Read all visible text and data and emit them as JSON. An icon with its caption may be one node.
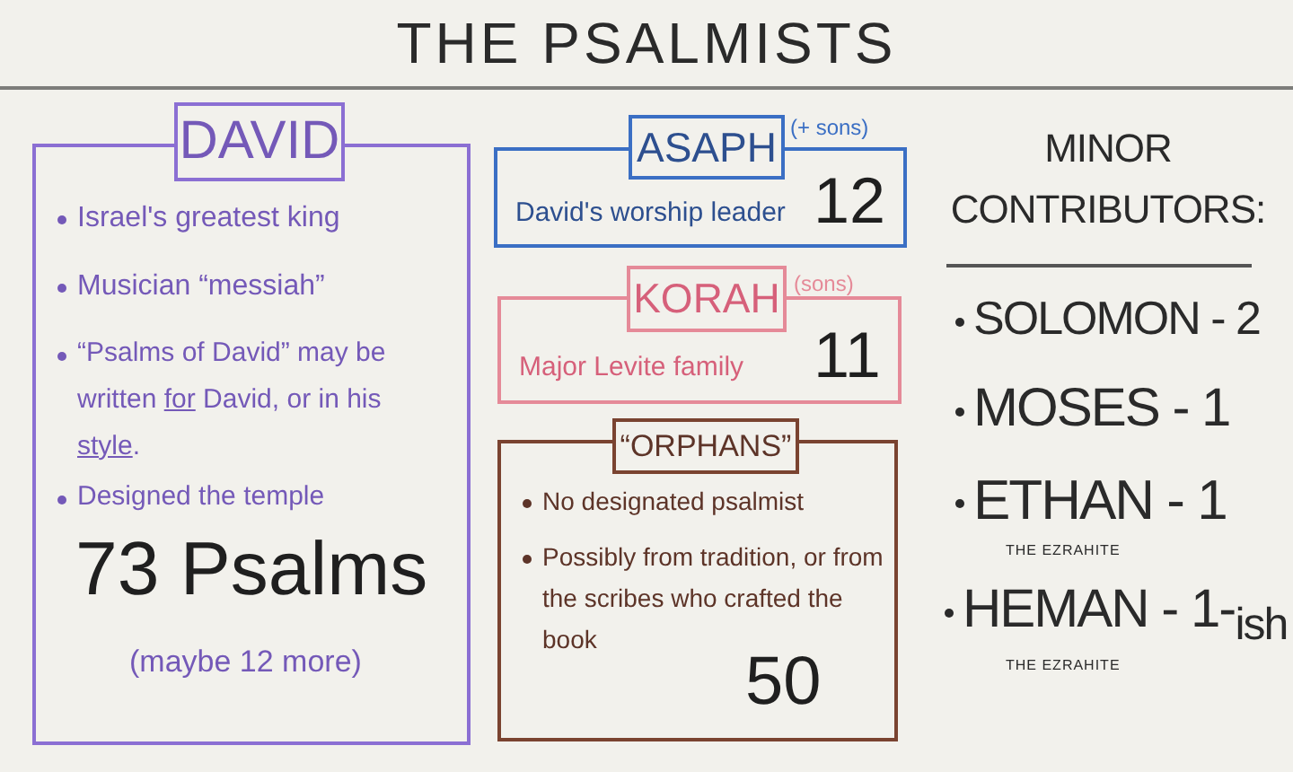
{
  "diagram": {
    "title": "THE PSALMISTS",
    "nodes": [
      {
        "text": [
          "DAVID",
          "Israel's greatest king",
          "Musician “messiah”",
          "“Psalms of David” may be written *for* David, or in his *style*.",
          "Designed the temple",
          "73 Psalms",
          "(maybe 12 more)"
        ]
      },
      {
        "text": [
          "ASAPH",
          "David's worship leader",
          "12"
        ],
        "beside": [
          "(+ sons)"
        ]
      },
      {
        "text": [
          "KORAH",
          "Major Levite family",
          "11"
        ],
        "beside": [
          "(sons)"
        ]
      },
      {
        "text": [
          "“ORPHANS”",
          "No designated psalmist",
          "Possibly from tradition, or from the scribes who crafted the book",
          "50"
        ]
      }
    ],
    "labels": [
      "MINOR CONTRIBUTORS:",
      "SOLOMON - 2",
      "MOSES - 1",
      "ETHAN - 1",
      "THE EZRAHITE",
      "HEMAN - 1-$_{ish}$",
      "THE EZRAHITE"
    ]
  }
}
